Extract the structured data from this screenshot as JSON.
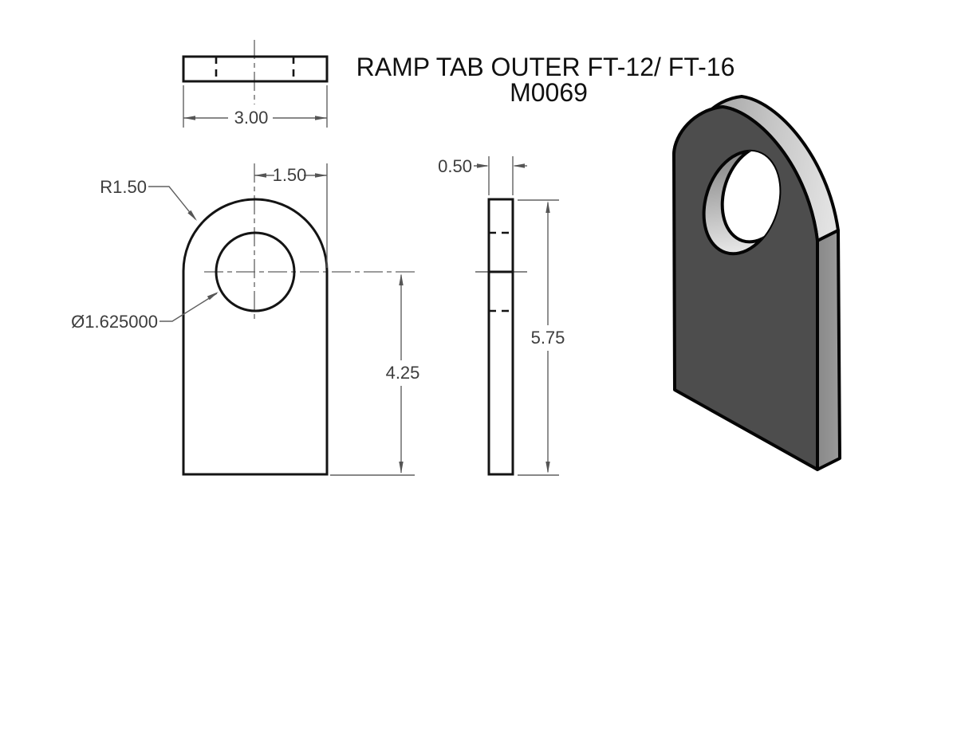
{
  "title": {
    "line1": "RAMP TAB OUTER FT-12/ FT-16",
    "line2": "M0069"
  },
  "dimensions": {
    "top_width": "3.00",
    "corner_radius": "R1.50",
    "center_to_edge": "1.50",
    "hole_diameter": "Ø1.625000",
    "body_height": "4.25",
    "thickness": "0.50",
    "overall_height": "5.75"
  },
  "colors": {
    "background": "#ffffff",
    "object_line": "#141414",
    "thin_line": "#606060",
    "dimension_text": "#3d3d3d",
    "iso_front_face": "#4d4d4d",
    "iso_side_strip": "#8f8f8f",
    "iso_band_dark": "#979797",
    "iso_band_light": "#e3e3e3",
    "iso_hole_wall_dark": "#828282",
    "iso_hole_wall_light": "#efefef",
    "iso_back_opening": "#ffffff"
  }
}
